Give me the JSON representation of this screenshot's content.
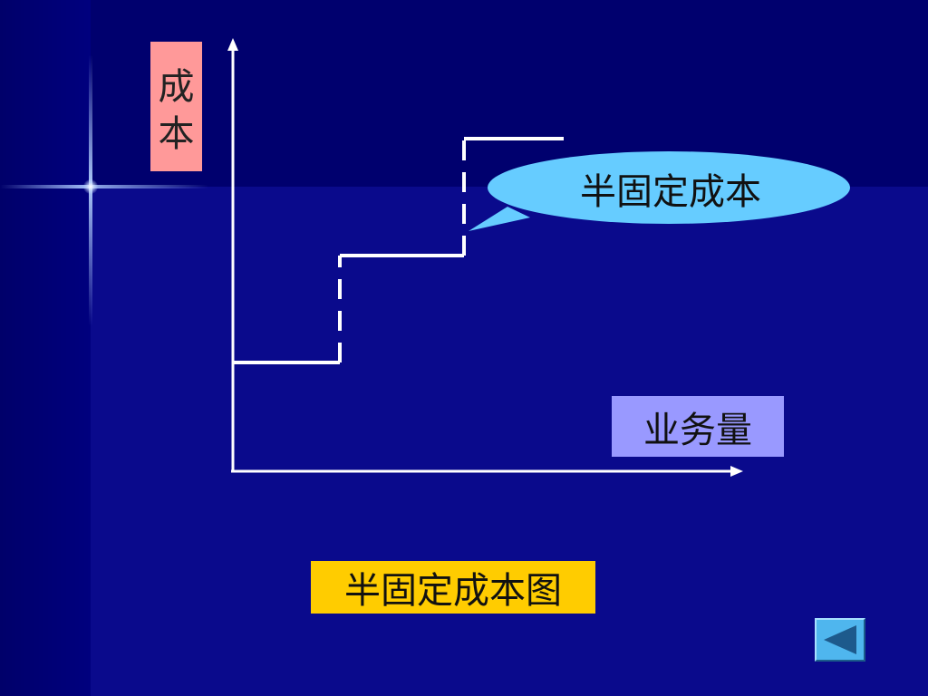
{
  "slide": {
    "y_axis_label_line1": "成",
    "y_axis_label_line2": "本",
    "x_axis_label": "业务量",
    "callout_label": "半固定成本",
    "caption": "半固定成本图"
  },
  "colors": {
    "background": "#0a0a8c",
    "y_label_bg": "#ff9999",
    "x_label_bg": "#9999ff",
    "caption_bg": "#ffcc00",
    "callout_bg": "#66ccff",
    "nav_button": "#4fb6ee",
    "lines": "#ffffff"
  },
  "icons": {
    "nav_back": "back-triangle-icon"
  }
}
